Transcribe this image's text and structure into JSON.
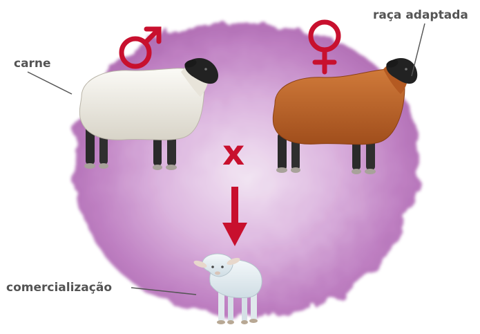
{
  "labels": {
    "male_breed": "carne",
    "female_breed": "raça adaptada",
    "offspring": "comercialização"
  },
  "cross_symbol": "x",
  "icons": {
    "male": "male-symbol-icon",
    "female": "female-symbol-icon",
    "arrow": "arrow-down-icon"
  },
  "colors": {
    "accent_red": "#c8102e",
    "blob_purple": "#b46aba",
    "male_sheep_wool": "#efece4",
    "female_sheep_wool": "#c0642a",
    "lamb_wool": "#e6eef2",
    "label_text": "#545454"
  }
}
